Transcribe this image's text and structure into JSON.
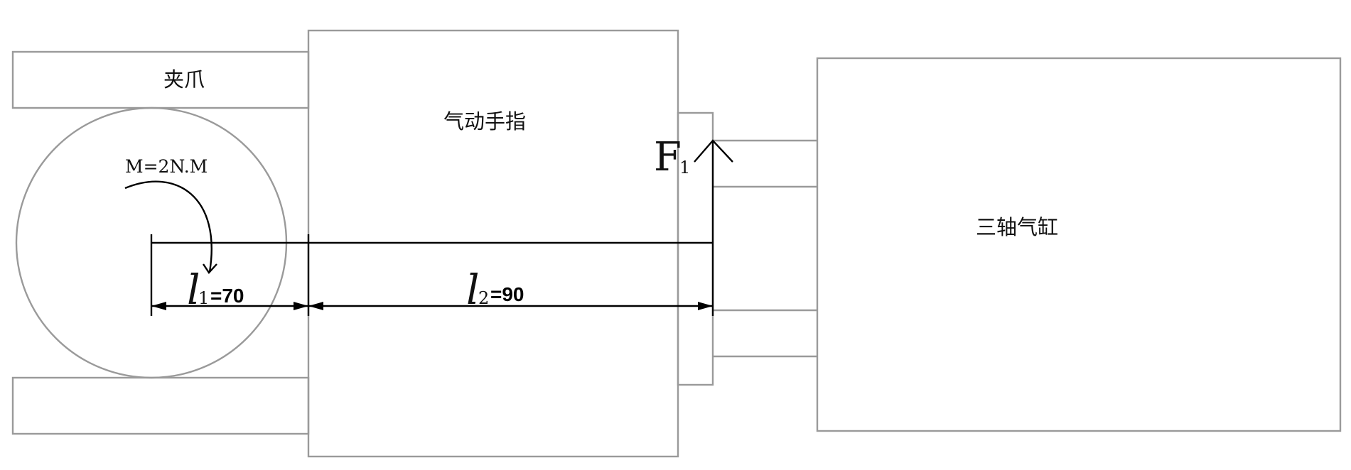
{
  "labels": {
    "gripper": "夹爪",
    "pneumatic_finger": "气动手指",
    "three_axis_cylinder": "三轴气缸",
    "moment": "M=2N.M",
    "force_symbol": "F",
    "force_subscript": "1",
    "l1_symbol": "l",
    "l1_subscript": "1",
    "l1_value": "=70",
    "l2_symbol": "l",
    "l2_subscript": "2",
    "l2_value": "=90"
  },
  "colors": {
    "outline": "#9a9a9a",
    "dimension": "#000000",
    "background": "#ffffff"
  }
}
